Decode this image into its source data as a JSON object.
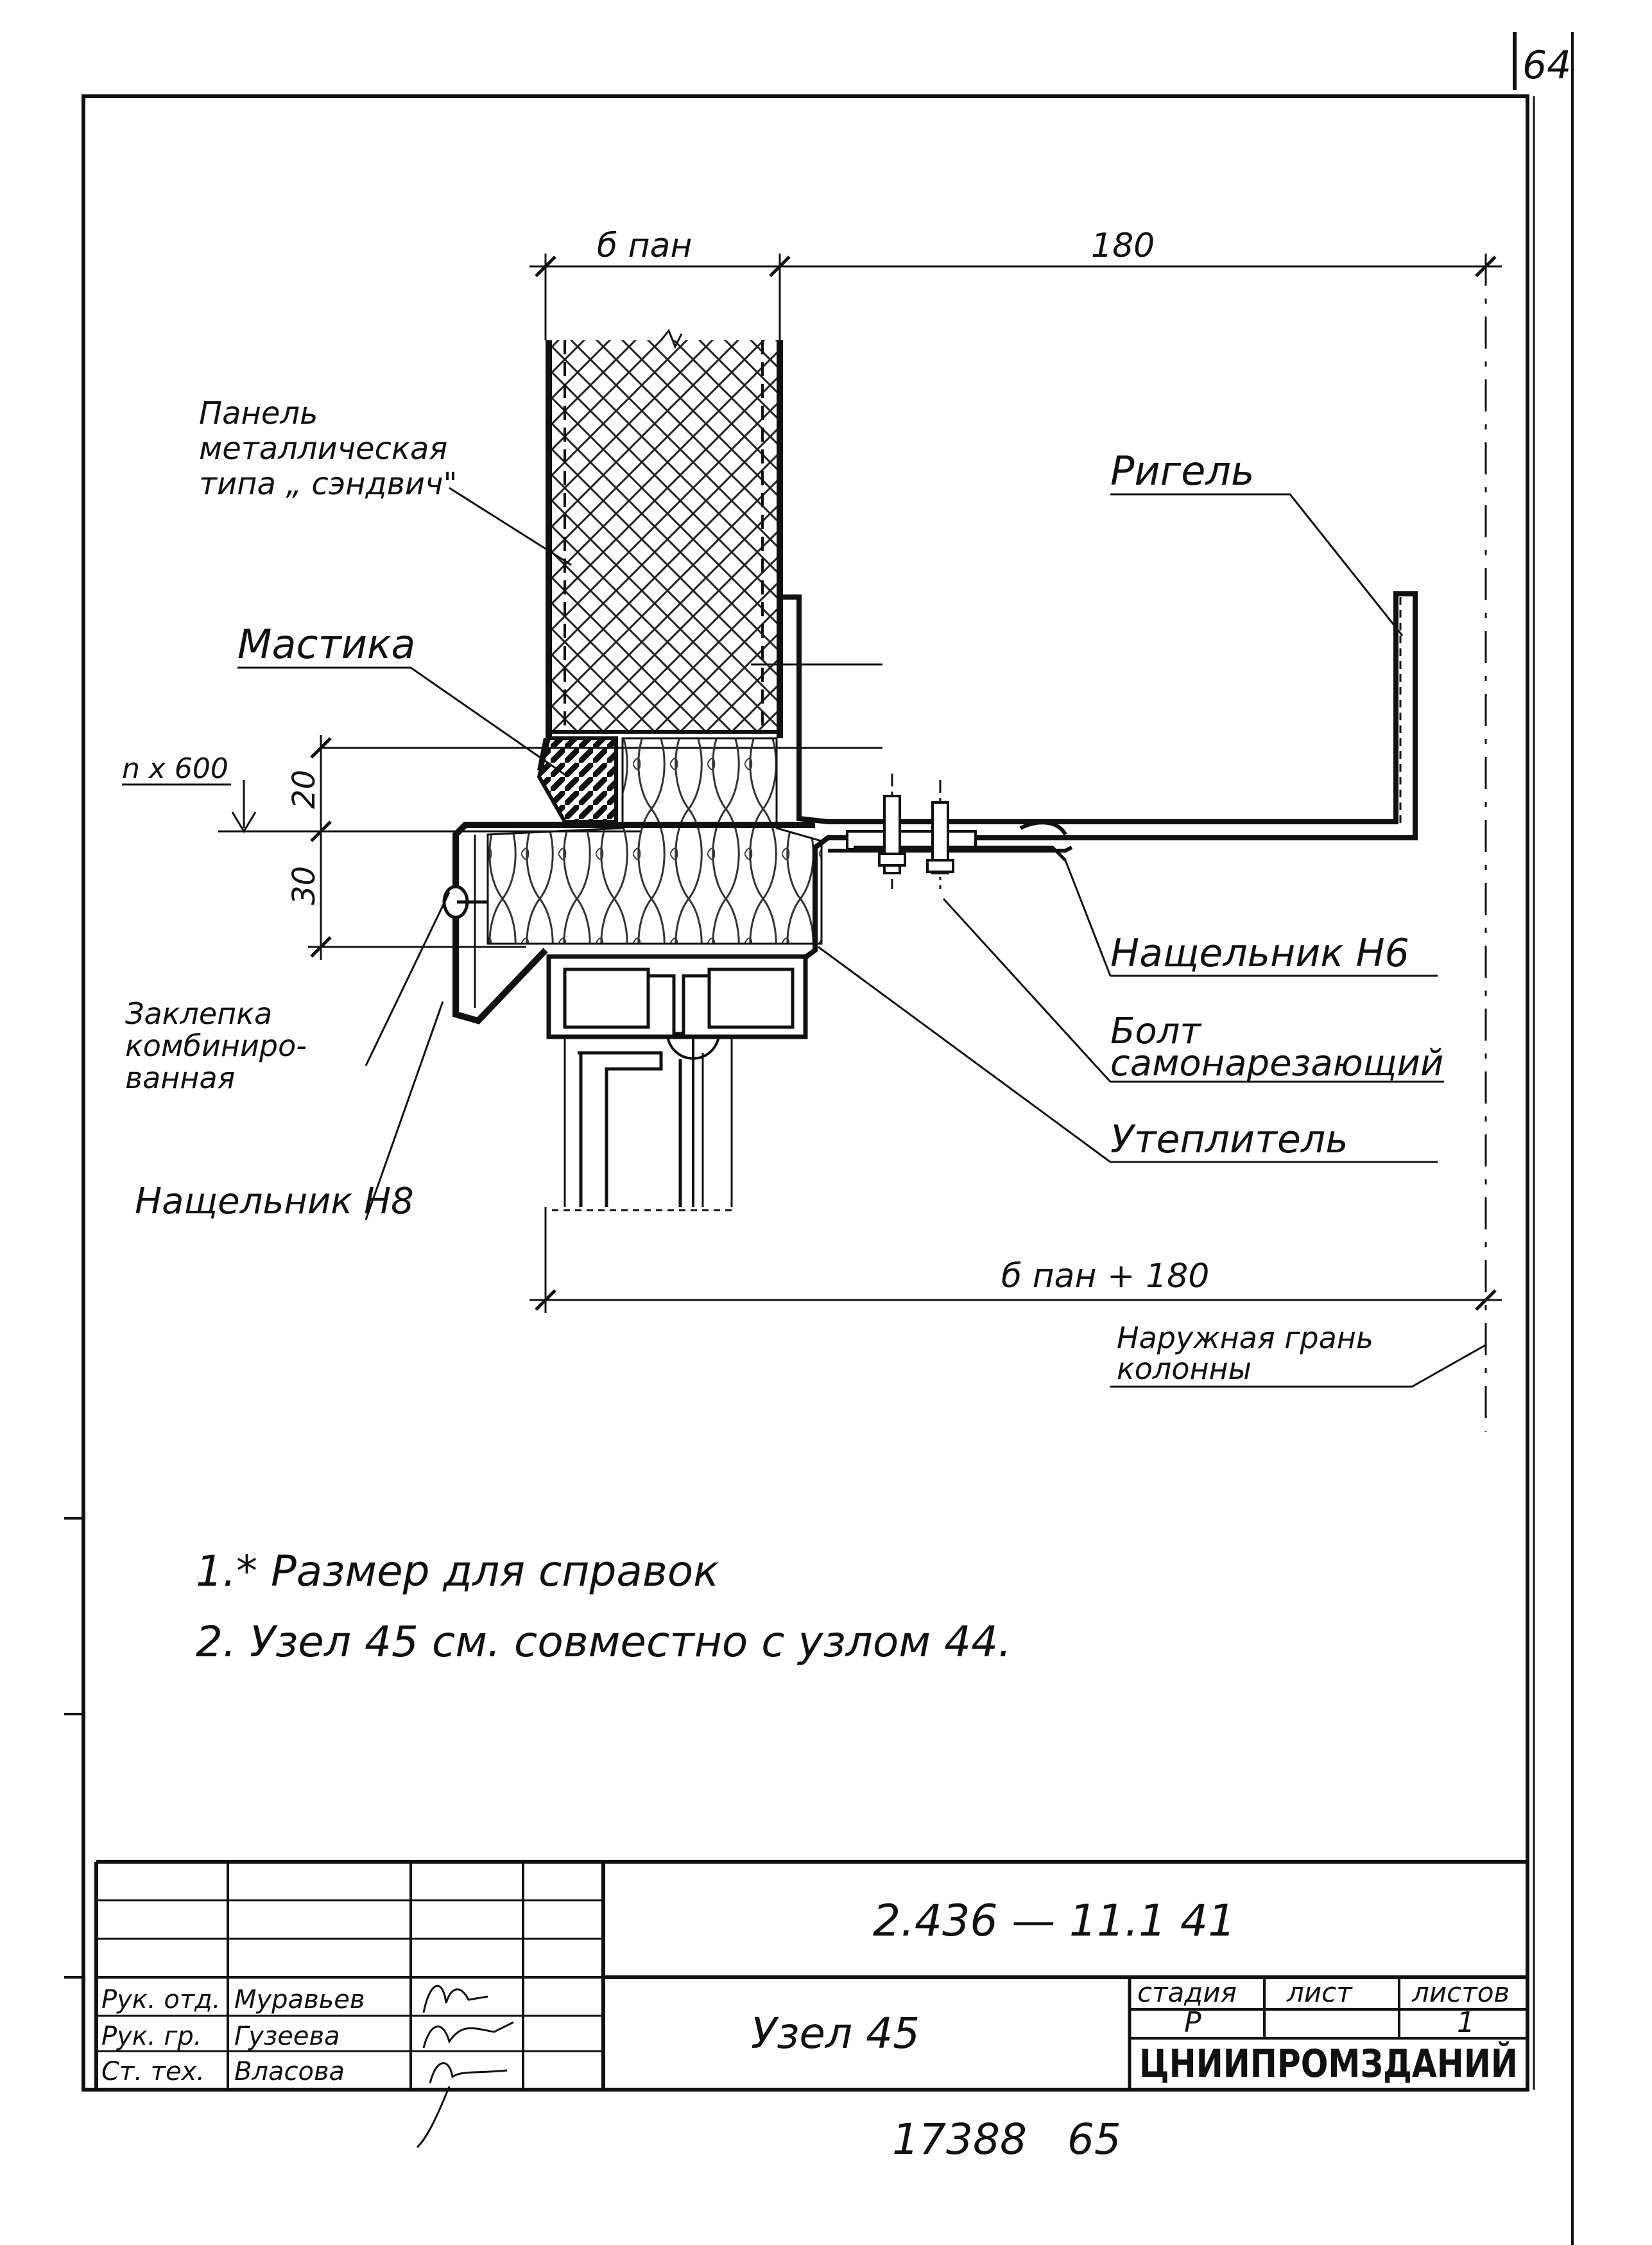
{
  "page_number": "64",
  "dimensions": {
    "panel_thickness": "б пан",
    "offset": "180",
    "total": "б пан + 180",
    "module": "n x 600",
    "d20": "20",
    "d30": "30"
  },
  "labels": {
    "panel": [
      "Панель",
      "металлическая",
      "типа „ сэндвич\""
    ],
    "rigel": "Ригель",
    "mastic": "Мастика",
    "rivet": [
      "Заклепка",
      "комбиниро-",
      "ванная"
    ],
    "flashing_h8": "Нащельник Н8",
    "flashing_h6": "Нащельник Н6",
    "bolt": [
      "Болт",
      "самонарезающий"
    ],
    "insulation": "Утеплитель",
    "column_face": [
      "Наружная грань",
      "колонны"
    ]
  },
  "notes": [
    "1.* Размер для справок",
    "2. Узел 45 см. совместно с узлом 44."
  ],
  "title_block": {
    "doc_code": "2.436 — 11.1 41",
    "title": "Узел 45",
    "stage_header": "стадия",
    "sheet_header": "лист",
    "sheets_header": "листов",
    "stage_value": "Р",
    "sheet_value": "",
    "sheets_value": "1",
    "organization": "ЦНИИПРОМЗДАНИЙ",
    "roles": [
      {
        "role": "Рук. отд.",
        "name": "Муравьев"
      },
      {
        "role": "Рук. гр.",
        "name": "Гузеева"
      },
      {
        "role": "Ст. тех.",
        "name": "Власова"
      }
    ]
  },
  "archive_number": "17388   65"
}
